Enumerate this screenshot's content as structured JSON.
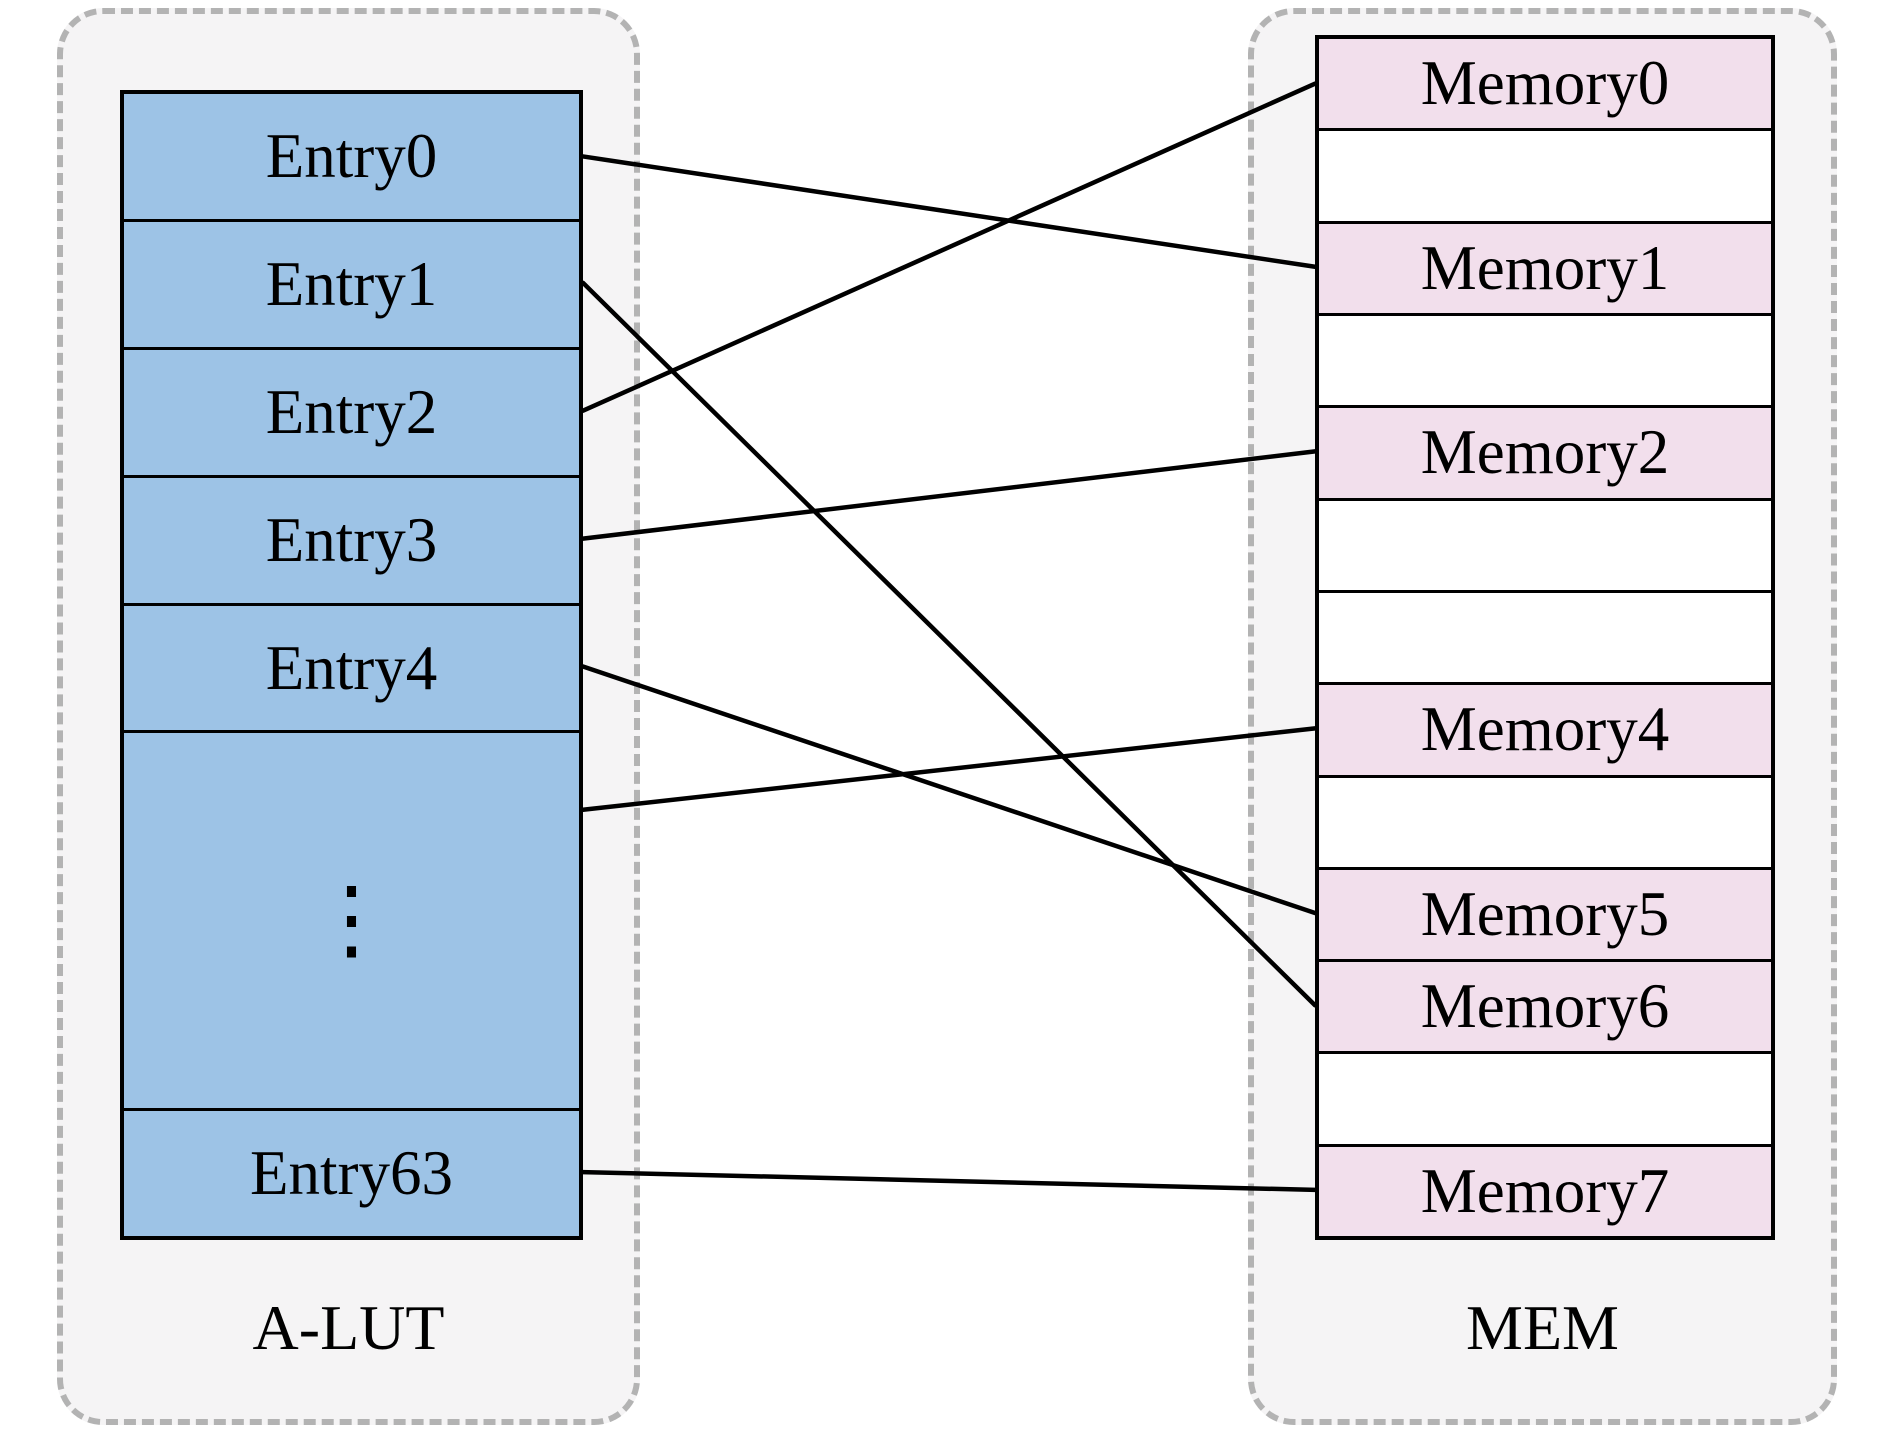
{
  "diagram": {
    "left_panel": {
      "label": "A-LUT",
      "rows": [
        {
          "id": "entry0",
          "label": "Entry0",
          "type": "entry"
        },
        {
          "id": "entry1",
          "label": "Entry1",
          "type": "entry"
        },
        {
          "id": "entry2",
          "label": "Entry2",
          "type": "entry"
        },
        {
          "id": "entry3",
          "label": "Entry3",
          "type": "entry"
        },
        {
          "id": "entry4",
          "label": "Entry4",
          "type": "entry"
        },
        {
          "id": "entry-dots",
          "label": "⋮",
          "type": "dots"
        },
        {
          "id": "entry63",
          "label": "Entry63",
          "type": "entry"
        }
      ]
    },
    "right_panel": {
      "label": "MEM",
      "rows": [
        {
          "id": "memory0",
          "label": "Memory0",
          "type": "memory"
        },
        {
          "id": "blank0",
          "label": "",
          "type": "blank"
        },
        {
          "id": "memory1",
          "label": "Memory1",
          "type": "memory"
        },
        {
          "id": "blank1",
          "label": "",
          "type": "blank"
        },
        {
          "id": "memory2",
          "label": "Memory2",
          "type": "memory"
        },
        {
          "id": "blank2",
          "label": "",
          "type": "blank"
        },
        {
          "id": "blank3",
          "label": "",
          "type": "blank"
        },
        {
          "id": "memory4",
          "label": "Memory4",
          "type": "memory"
        },
        {
          "id": "blank4",
          "label": "",
          "type": "blank"
        },
        {
          "id": "memory5",
          "label": "Memory5",
          "type": "memory"
        },
        {
          "id": "memory6",
          "label": "Memory6",
          "type": "memory"
        },
        {
          "id": "blank5",
          "label": "",
          "type": "blank"
        },
        {
          "id": "memory7",
          "label": "Memory7",
          "type": "memory"
        }
      ]
    },
    "connections": [
      {
        "from": "entry0",
        "to": "memory1"
      },
      {
        "from": "entry1",
        "to": "memory6"
      },
      {
        "from": "entry2",
        "to": "memory0"
      },
      {
        "from": "entry3",
        "to": "memory2"
      },
      {
        "from": "entry4",
        "to": "memory5"
      },
      {
        "from": "entry-dots",
        "to": "memory4",
        "from_frac": 0.21
      },
      {
        "from": "entry63",
        "to": "memory7"
      }
    ],
    "colors": {
      "entry_fill": "#9DC3E6",
      "memory_fill": "#F2DFEC",
      "panel_fill": "#F5F4F5",
      "panel_border": "#B3B3B3",
      "line": "#000000"
    }
  }
}
